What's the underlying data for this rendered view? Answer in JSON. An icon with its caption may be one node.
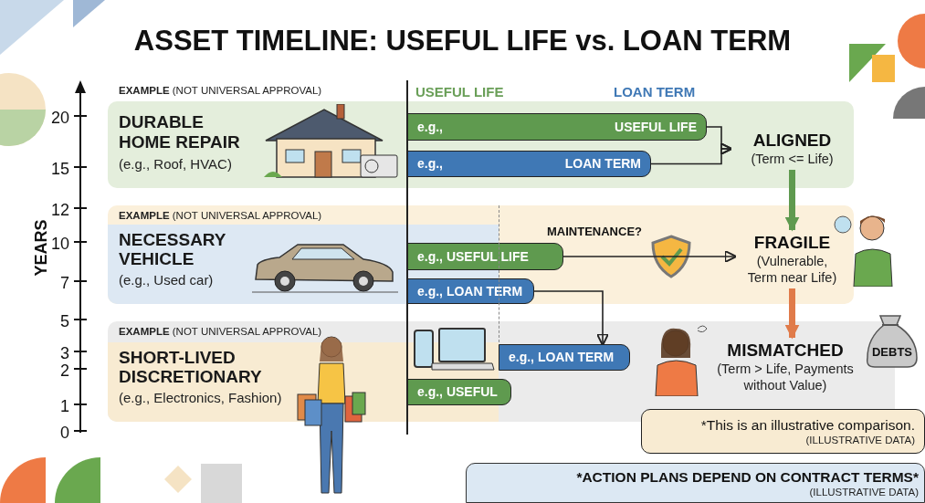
{
  "diagram": {
    "title": "ASSET TIMELINE: USEFUL LIFE vs. LOAN TERM",
    "nodes": [
      {
        "text": [
          "**EXAMPLE** (NOT UNIVERSAL APPROVAL)",
          "DURABLE HOME REPAIR",
          "(e.g., Roof, HVAC)"
        ]
      },
      {
        "text": [
          "**EXAMPLE** (NOT UNIVERSAL APPROVAL)"
        ]
      },
      {
        "text": [
          "NECESSARY VEHICLE",
          "(e.g., Used car)"
        ],
        "in": 1
      },
      {
        "text": [
          "**EXAMPLE** (NOT UNIVERSAL APPROVAL)"
        ]
      },
      {
        "text": [
          "SHORT-LIVED DISCRETIONARY",
          "(e.g., Electronics, Fashion)"
        ],
        "in": 3
      },
      {
        "text": [
          "e.g.,",
          "USEFUL LIFE"
        ],
        "in": 0
      },
      {
        "text": [
          "e.g.,",
          "LOAN TERM"
        ],
        "in": 0
      },
      {
        "text": [
          "ALIGNED",
          "(Term <= Life)"
        ],
        "in": 0
      },
      {
        "text": [
          "e.g., USEFUL LIFE"
        ],
        "in": 1
      },
      {
        "text": [
          "e.g., LOAN TERM"
        ],
        "in": 1
      },
      {
        "text": [
          "FRAGILE",
          "(Vulnerable, Term near Life)"
        ],
        "in": 1
      },
      {
        "text": [
          "e.g., LOAN TERM"
        ],
        "in": 3
      },
      {
        "text": [
          "e.g., USEFUL"
        ],
        "in": 3
      },
      {
        "text": [
          "MISMATCHED",
          "(Term > Life, Payments without Value)"
        ],
        "in": 3
      },
      {
        "text": [
          "DEBTS"
        ]
      },
      {
        "text": [
          "*This is an illustrative comparison.",
          "(ILLUSTRATIVE DATA)"
        ]
      },
      {
        "text": [
          "*ACTION PLANS DEPEND ON CONTRACT TERMS*",
          "(ILLUSTRATIVE DATA)"
        ]
      }
    ],
    "edges": [
      {
        "from": 5,
        "to": 7,
        "arrow": "to"
      },
      {
        "from": 6,
        "to": 7,
        "arrow": "to"
      },
      {
        "from": 7,
        "to": 10,
        "arrow": "to",
        "style": "thick",
        "color": "#5f9a4f"
      },
      {
        "from": 8,
        "to": 10,
        "arrow": "to",
        "label": "MAINTENANCE?"
      },
      {
        "from": 9,
        "to": 11,
        "arrow": "to"
      },
      {
        "from": 10,
        "to": 13,
        "arrow": "to",
        "style": "thick",
        "color": "#e07b4a"
      }
    ],
    "labels": [
      "USEFUL LIFE",
      "LOAN TERM",
      "20",
      "15",
      "12",
      "10",
      "7",
      "5",
      "3",
      "2",
      "1",
      "0",
      "YEARS"
    ]
  }
}
